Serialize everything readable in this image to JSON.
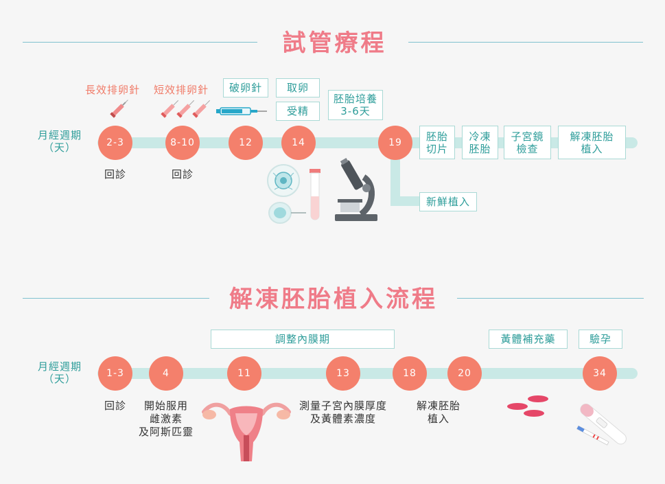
{
  "section1": {
    "title": "試管療程",
    "axis_label": "月經週期\n（天）",
    "nodes": [
      "2-3",
      "8-10",
      "12",
      "14",
      "19"
    ],
    "top_labels": {
      "long_acting": "長效排卵針",
      "short_acting": "短效排卵針"
    },
    "boxes": {
      "trigger": "破卵針",
      "retrieval": "取卵",
      "fertilization": "受精",
      "culture": "胚胎培養\n3-6天",
      "biopsy": "胚胎\n切片",
      "freeze": "冷凍\n胚胎",
      "hysteroscopy": "子宮鏡\n檢查",
      "thaw_transfer": "解凍胚胎\n植入",
      "fresh_transfer": "新鮮植入"
    },
    "below": {
      "visit1": "回診",
      "visit2": "回診"
    }
  },
  "section2": {
    "title": "解凍胚胎植入流程",
    "axis_label": "月經週期\n（天）",
    "nodes": [
      "1-3",
      "4",
      "11",
      "13",
      "18",
      "20",
      "34"
    ],
    "boxes": {
      "endometrium": "調整內膜期",
      "luteal": "黃體補充藥",
      "pregnancy_test": "驗孕"
    },
    "below": {
      "visit": "回診",
      "start_meds": "開始服用\n雌激素\n及阿斯匹靈",
      "measure": "測量子宮內膜厚度\n及黃體素濃度",
      "thaw_transfer": "解凍胚胎\n植入"
    }
  },
  "colors": {
    "title": "#ef7b88",
    "node": "#f4806c",
    "track": "#c9e9e6",
    "box_text": "#2e9d9a",
    "rule": "#7fc1cf"
  },
  "icons": [
    "syringe-icon",
    "embryo-icon",
    "test-tube-icon",
    "microscope-icon",
    "uterus-icon",
    "pills-icon",
    "pregnancy-test-icon"
  ]
}
